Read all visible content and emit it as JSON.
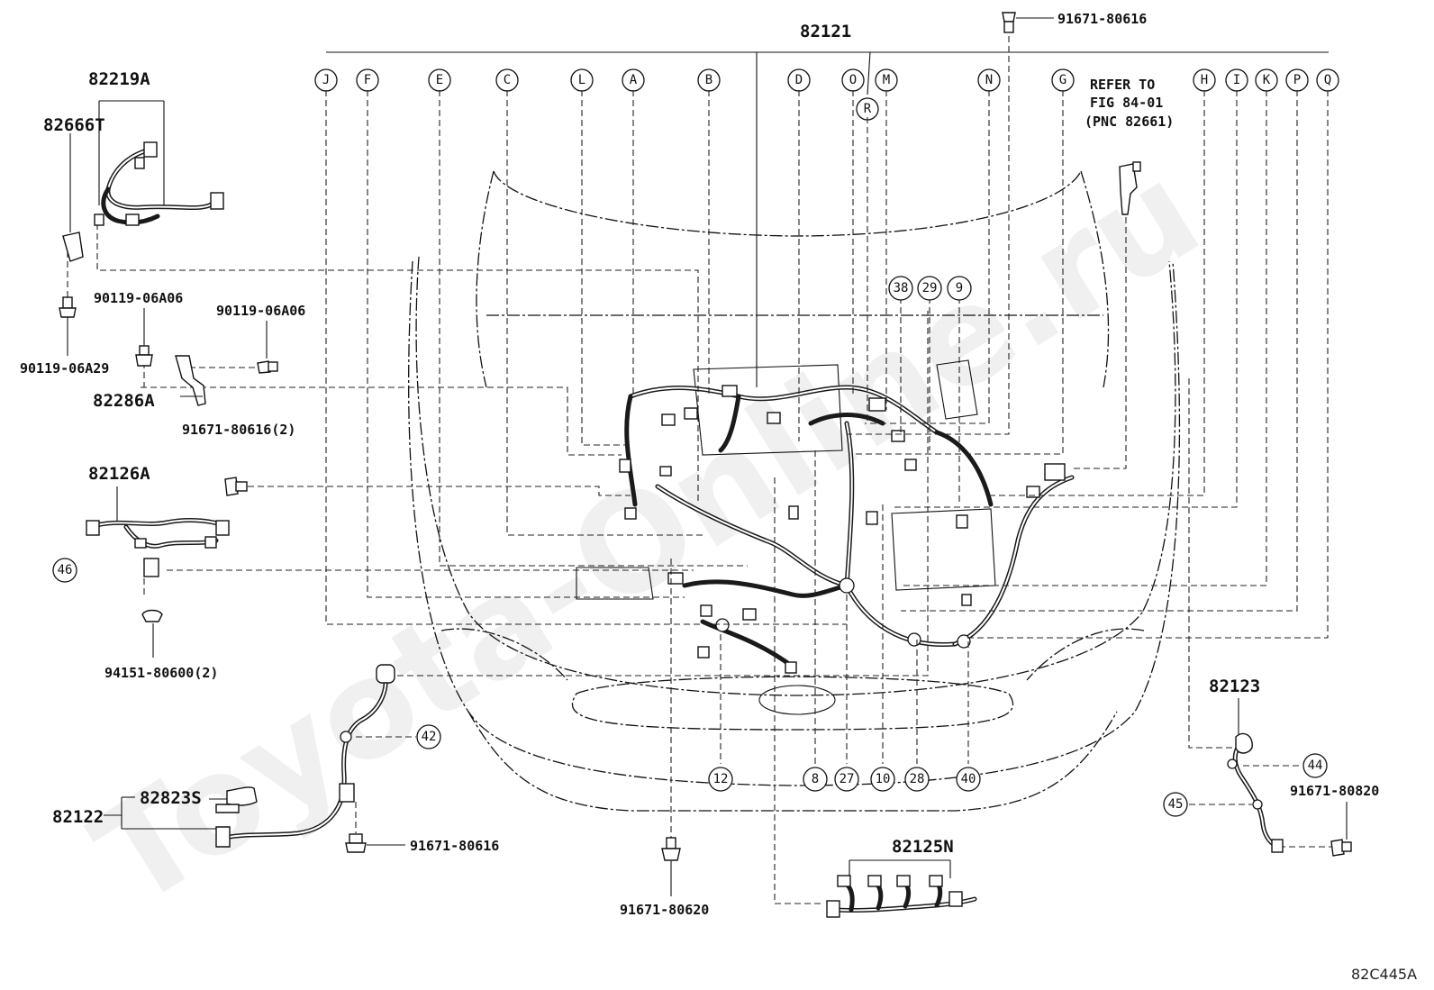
{
  "watermark": "Toyota-Online.ru",
  "figure_code": "82C445A",
  "parts": {
    "main_harness": "82121",
    "harness_219A": "82219A",
    "bracket_666T": "82666T",
    "bolt_06A06_left": "90119-06A06",
    "bolt_06A06_right": "90119-06A06",
    "bolt_06A29": "90119-06A29",
    "bracket_286A": "82286A",
    "bolt_80616_2": "91671-80616(2)",
    "harness_126A": "82126A",
    "clip_80600_2": "94151-80600(2)",
    "harness_122": "82122",
    "protector_823S": "82823S",
    "bolt_80616_bottom": "91671-80616",
    "bolt_80620": "91671-80620",
    "harness_125N": "82125N",
    "harness_123": "82123",
    "bolt_80820": "91671-80820",
    "bolt_80616_top": "91671-80616"
  },
  "refer_note": {
    "line1": "REFER TO",
    "line2": "FIG 84-01",
    "line3": "(PNC 82661)"
  },
  "connector_letters": [
    "J",
    "F",
    "E",
    "C",
    "L",
    "A",
    "B",
    "D",
    "O",
    "M",
    "R",
    "N",
    "G",
    "H",
    "I",
    "K",
    "P",
    "Q"
  ],
  "point_numbers": {
    "n38": "38",
    "n29": "29",
    "n9": "9",
    "n12": "12",
    "n8": "8",
    "n27": "27",
    "n10": "10",
    "n28": "28",
    "n40": "40",
    "n46": "46",
    "n42": "42",
    "n44": "44",
    "n45": "45"
  }
}
